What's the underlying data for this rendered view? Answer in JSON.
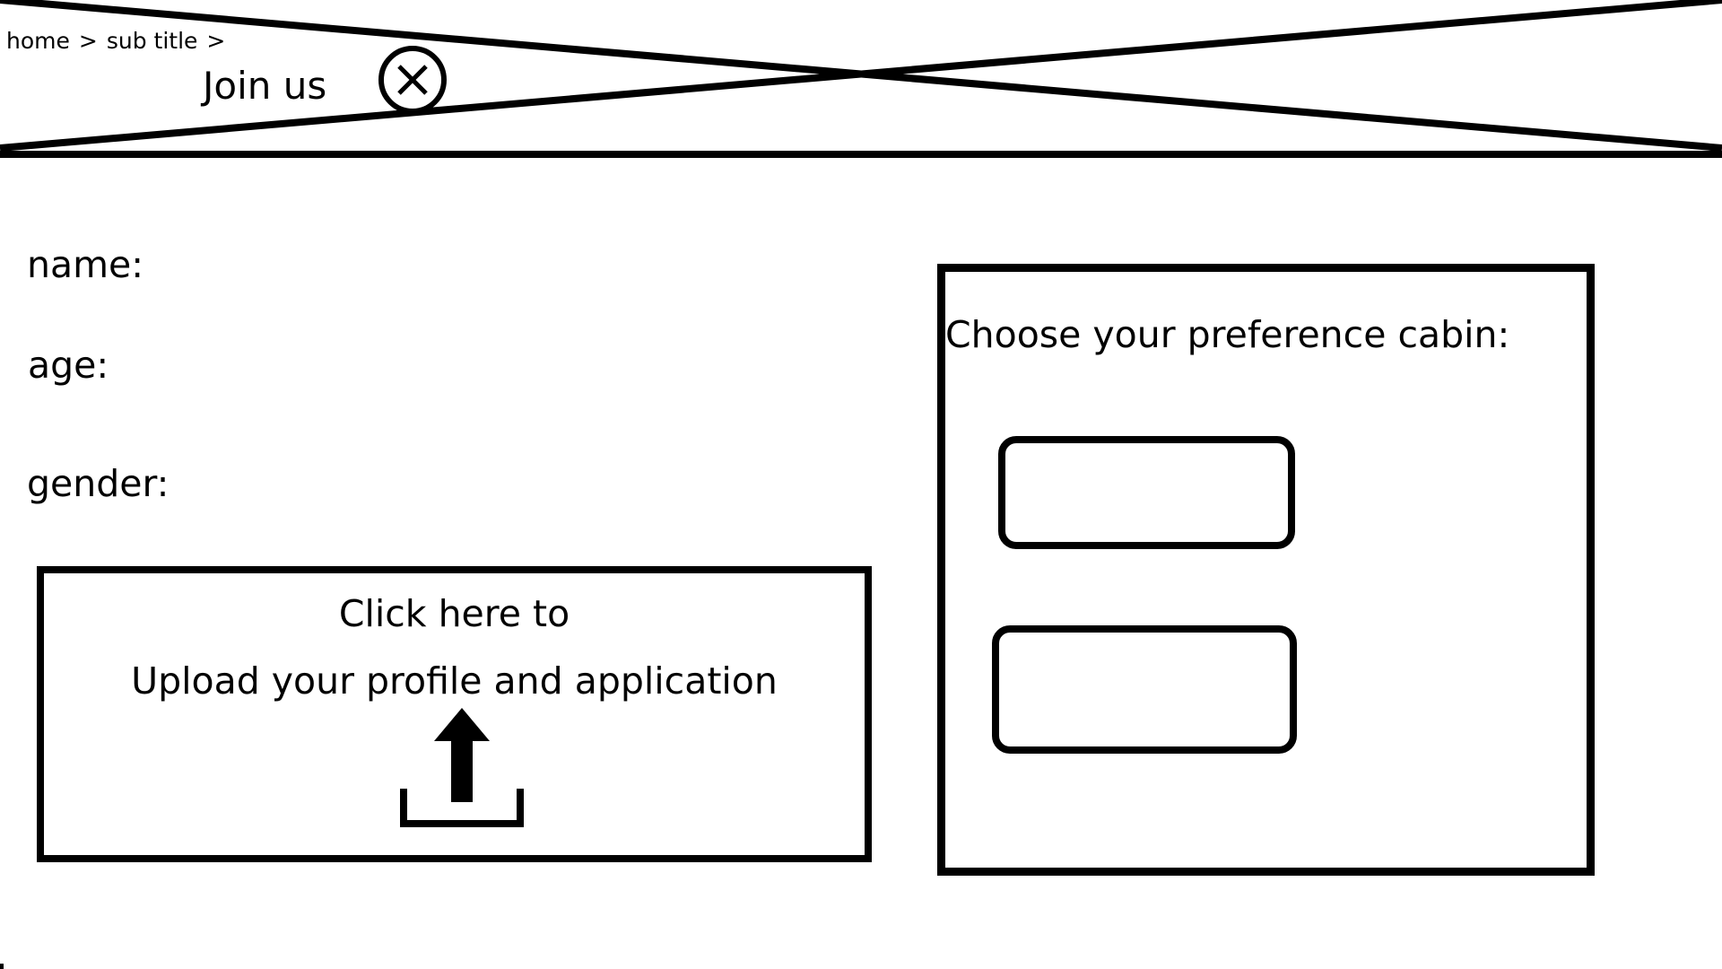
{
  "breadcrumb": {
    "items": [
      "home",
      ">",
      "sub title",
      ">"
    ]
  },
  "header": {
    "title": "Join us",
    "close_icon": "close-circle-icon",
    "placeholder_icon": "image-placeholder-icon"
  },
  "form": {
    "name_label": "name:",
    "age_label": "age:",
    "gender_label": "gender:"
  },
  "upload": {
    "line1": "Click here to",
    "line2": "Upload your profile and application",
    "icon": "upload-icon"
  },
  "cabin": {
    "heading": "Choose your preference cabin:",
    "options": [
      "",
      ""
    ]
  },
  "colors": {
    "background": "#ffffff",
    "foreground": "#000000"
  }
}
